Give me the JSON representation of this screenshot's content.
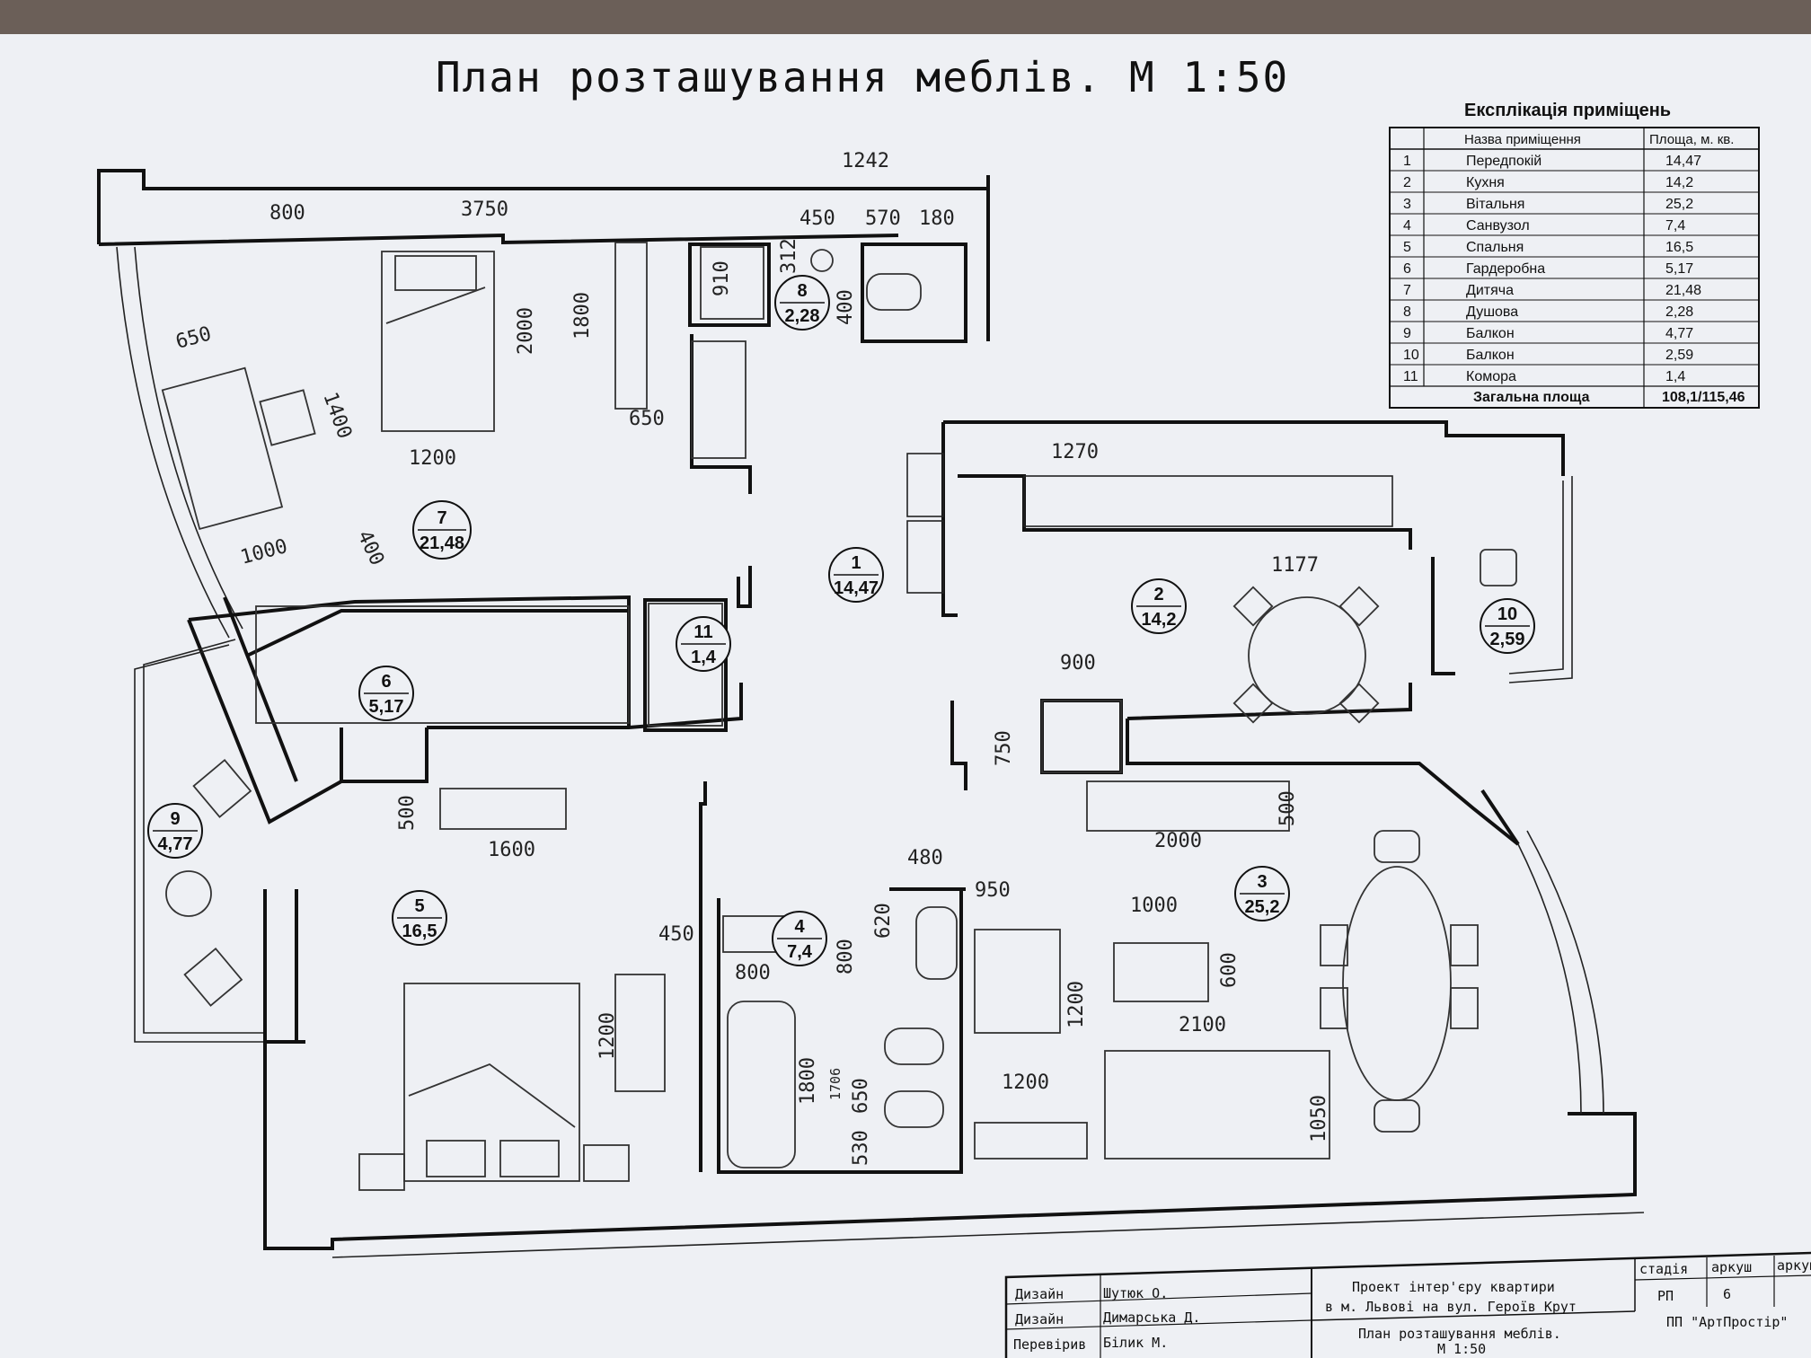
{
  "plan": {
    "title": "План розташування меблів.  М 1:50"
  },
  "explication": {
    "title": "Експлікація приміщень",
    "header_name": "Назва приміщення",
    "header_area": "Площа, м. кв.",
    "rows": [
      {
        "num": "1",
        "name": "Передпокій",
        "area": "14,47"
      },
      {
        "num": "2",
        "name": "Кухня",
        "area": "14,2"
      },
      {
        "num": "3",
        "name": "Вітальня",
        "area": "25,2"
      },
      {
        "num": "4",
        "name": "Санвузол",
        "area": "7,4"
      },
      {
        "num": "5",
        "name": "Спальня",
        "area": "16,5"
      },
      {
        "num": "6",
        "name": "Гардеробна",
        "area": "5,17"
      },
      {
        "num": "7",
        "name": "Дитяча",
        "area": "21,48"
      },
      {
        "num": "8",
        "name": "Душова",
        "area": "2,28"
      },
      {
        "num": "9",
        "name": "Балкон",
        "area": "4,77"
      },
      {
        "num": "10",
        "name": "Балкон",
        "area": "2,59"
      },
      {
        "num": "11",
        "name": "Комора",
        "area": "1,4"
      }
    ],
    "total_label": "Загальна площа",
    "total_area": "108,1/115,46"
  },
  "room_markers": [
    {
      "num": "1",
      "area": "14,47"
    },
    {
      "num": "2",
      "area": "14,2"
    },
    {
      "num": "3",
      "area": "25,2"
    },
    {
      "num": "4",
      "area": "7,4"
    },
    {
      "num": "5",
      "area": "16,5"
    },
    {
      "num": "6",
      "area": "5,17"
    },
    {
      "num": "7",
      "area": "21,48"
    },
    {
      "num": "8",
      "area": "2,28"
    },
    {
      "num": "9",
      "area": "4,77"
    },
    {
      "num": "10",
      "area": "2,59"
    },
    {
      "num": "11",
      "area": "1,4"
    }
  ],
  "dimensions": [
    "1242",
    "800",
    "3750",
    "450",
    "570",
    "180",
    "910",
    "312",
    "400",
    "2000",
    "1800",
    "650",
    "1400",
    "650",
    "1200",
    "1000",
    "400",
    "1270",
    "1177",
    "900",
    "750",
    "500",
    "1600",
    "500",
    "2000",
    "480",
    "950",
    "1000",
    "450",
    "620",
    "800",
    "800",
    "600",
    "1200",
    "1200",
    "2100",
    "1800",
    "1706",
    "650",
    "530",
    "1200",
    "1050"
  ],
  "title_block": {
    "rows": [
      {
        "role": "Дизайн",
        "name": "Шутюк О."
      },
      {
        "role": "Дизайн",
        "name": "Димарська Д."
      },
      {
        "role": "Перевірив",
        "name": "Білик М."
      }
    ],
    "project": "Проект інтер'єру квартири",
    "project_line2": "в м. Львові на вул. Героїв Крут",
    "sheet_title": "План розташування меблів.",
    "sheet_scale": "М 1:50",
    "stage_label": "стадія",
    "sheet_label": "аркуш",
    "sheets_label": "аркуш",
    "stage": "РП",
    "sheet_no": "6",
    "company": "ПП \"АртПростір\""
  }
}
